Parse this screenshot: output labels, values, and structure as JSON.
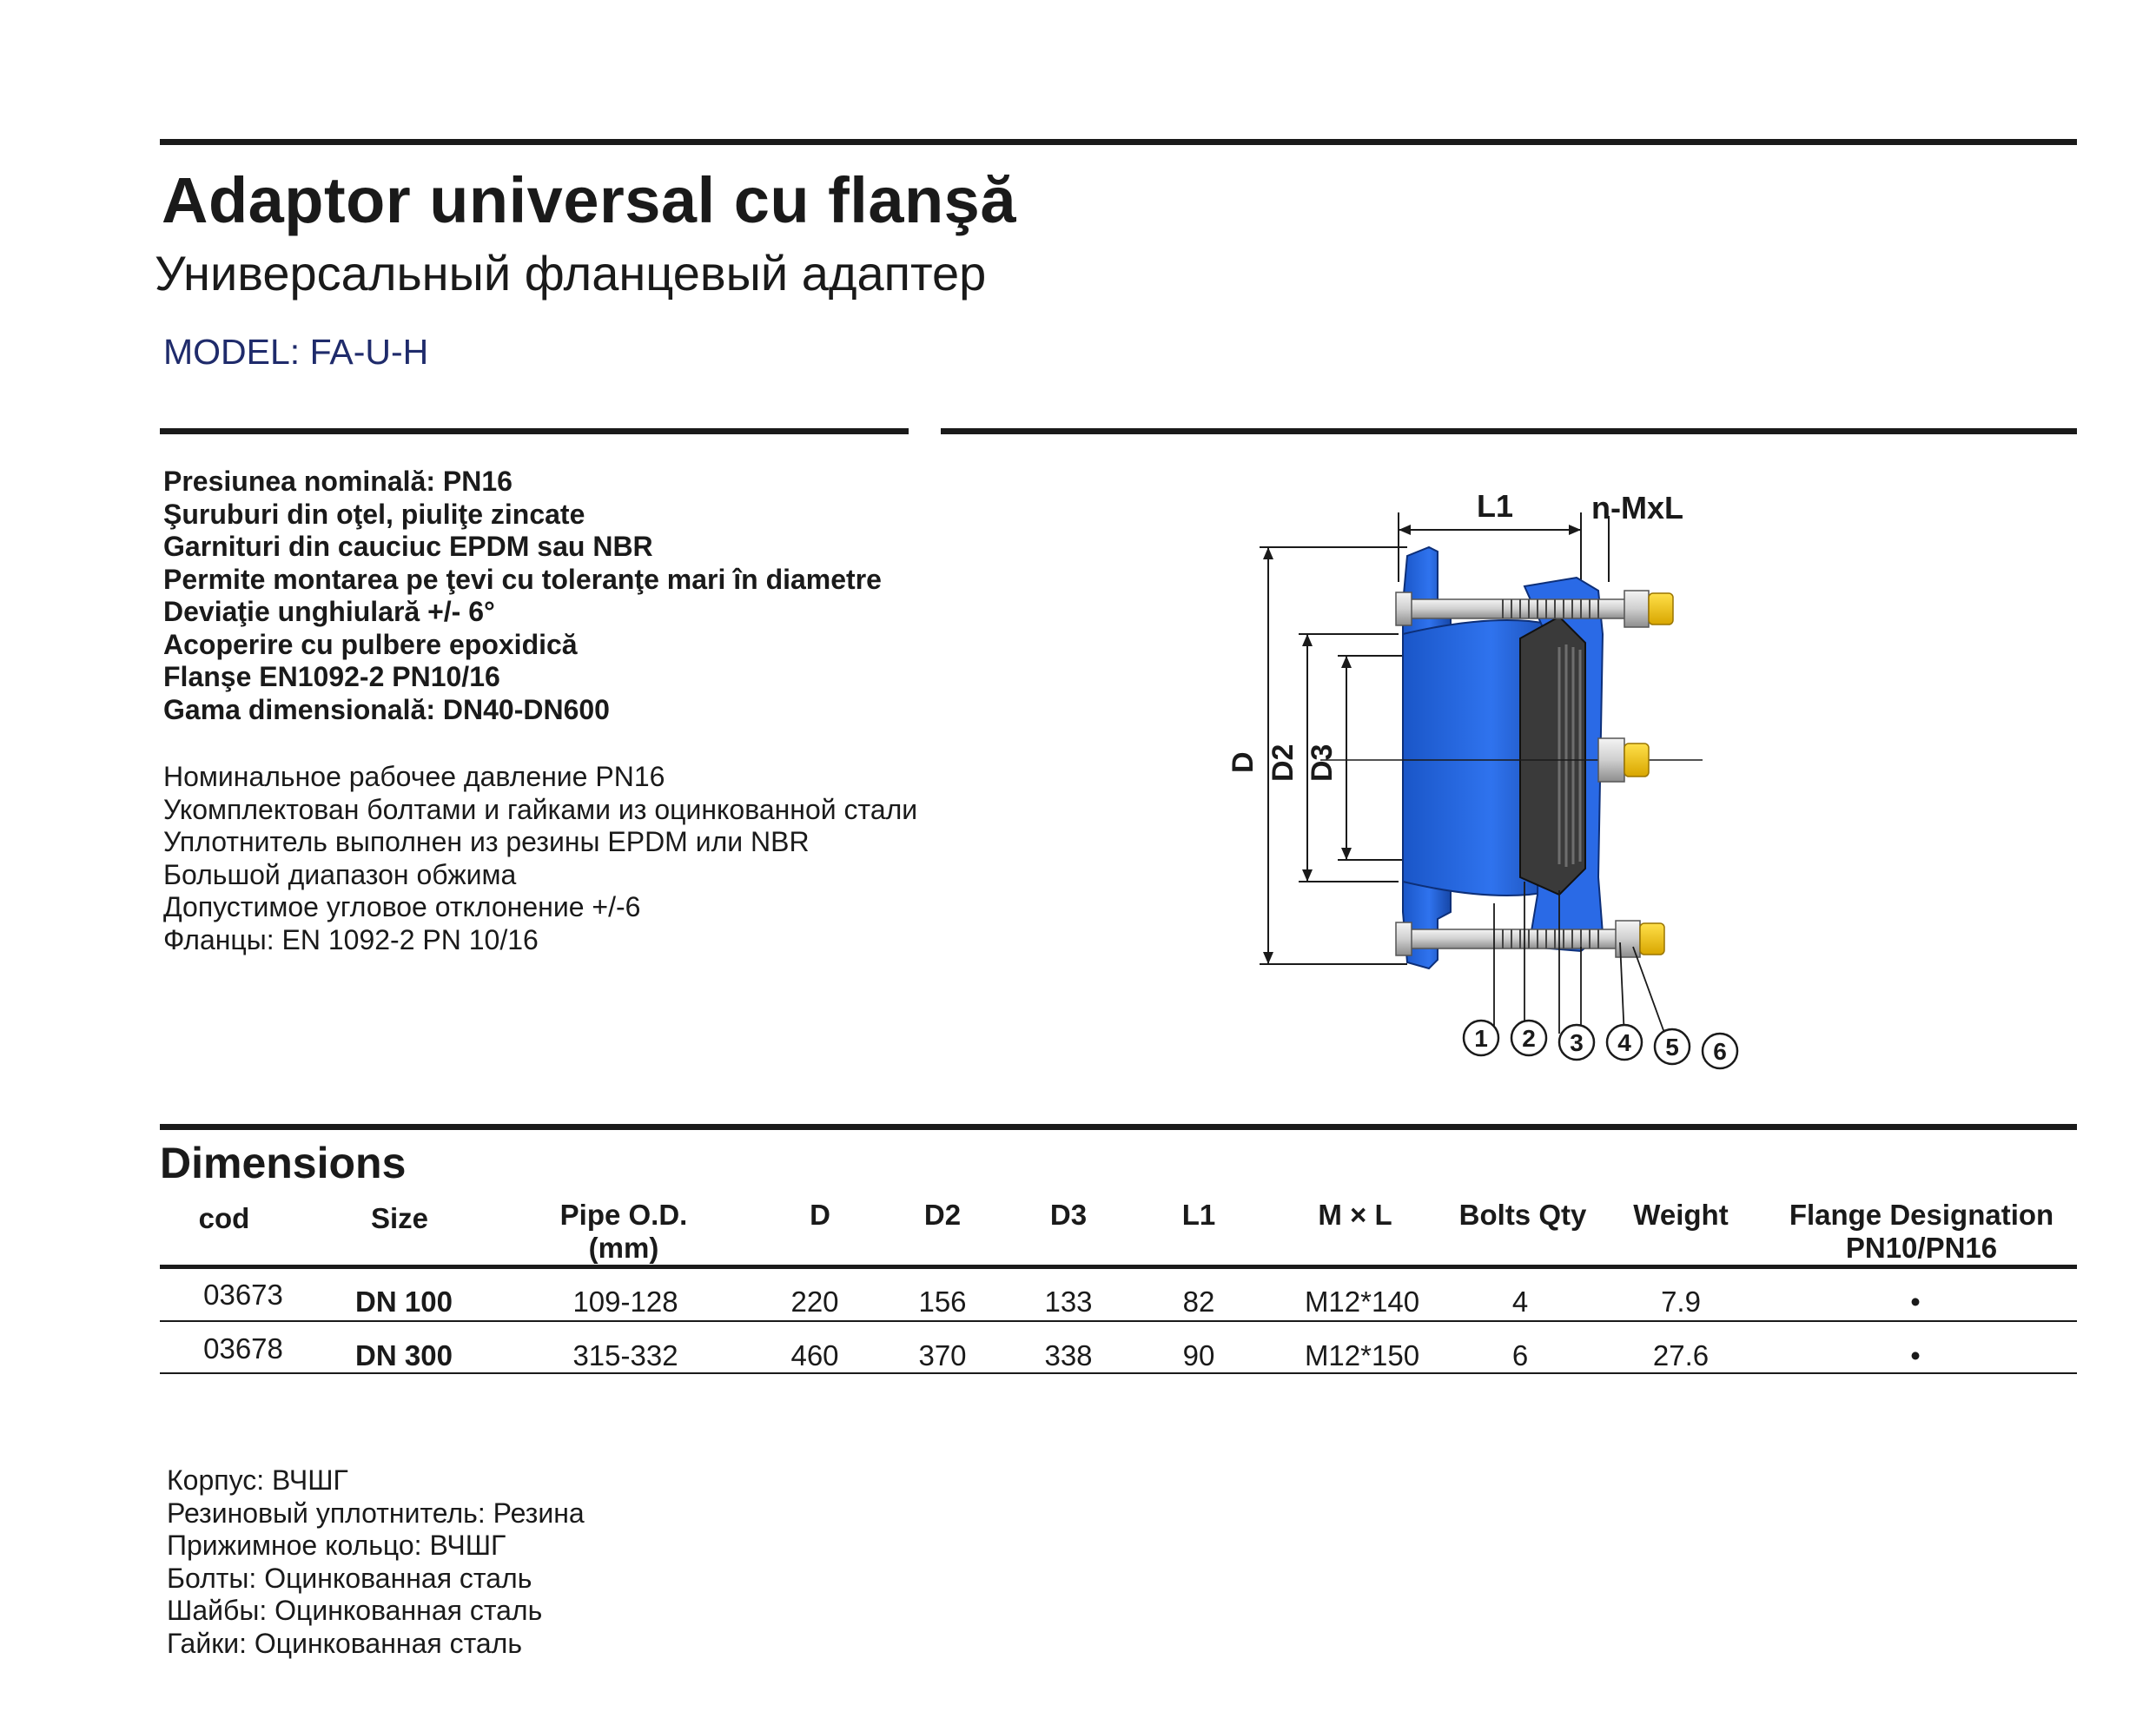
{
  "header": {
    "title": "Adaptor universal cu flanşă",
    "subtitle": "Универсальный фланцевый адаптер",
    "model": "MODEL: FA-U-H"
  },
  "features_ro": [
    "Presiunea nominală: PN16",
    "Şuruburi din oţel, piuliţe zincate",
    "Garnituri din cauciuc EPDM sau NBR",
    "Permite montarea pe ţevi cu toleranţe mari în diametre",
    "Deviaţie unghiulară +/- 6°",
    "Acoperire cu pulbere epoxidică",
    "Flanşe EN1092-2 PN10/16",
    "Gama dimensională: DN40-DN600"
  ],
  "features_ru": [
    "Номинальное рабочее давление PN16",
    "Укомплектован болтами и гайками из оцинкованной стали",
    "Уплотнитель выполнен из резины EPDM или NBR",
    "Большой диапазон обжима",
    "Допустимое угловое отклонение +/-6",
    "Фланцы: EN 1092-2 PN 10/16"
  ],
  "diagram": {
    "label_l1": "L1",
    "label_nmxl": "n-MxL",
    "label_d": "D",
    "label_d2": "D2",
    "label_d3": "D3",
    "callouts": [
      "1",
      "2",
      "3",
      "4",
      "5",
      "6"
    ]
  },
  "dimensions": {
    "title": "Dimensions",
    "headers": {
      "cod": "cod",
      "size": "Size",
      "pipe_od_1": "Pipe O.D.",
      "pipe_od_2": "(mm)",
      "d": "D",
      "d2": "D2",
      "d3": "D3",
      "l1": "L1",
      "mxl": "M × L",
      "bolts": "Bolts Qty",
      "weight": "Weight",
      "flange_1": "Flange Designation",
      "flange_2": "PN10/PN16"
    },
    "rows": [
      {
        "cod": "03673",
        "size": "DN 100",
        "pipe_od": "109-128",
        "d": "220",
        "d2": "156",
        "d3": "133",
        "l1": "82",
        "mxl": "M12*140",
        "bolts": "4",
        "weight": "7.9",
        "flange": "•"
      },
      {
        "cod": "03678",
        "size": "DN 300",
        "pipe_od": "315-332",
        "d": "460",
        "d2": "370",
        "d3": "338",
        "l1": "90",
        "mxl": "M12*150",
        "bolts": "6",
        "weight": "27.6",
        "flange": "•"
      }
    ]
  },
  "materials_ru": [
    "Корпус: ВЧШГ",
    "Резиновый уплотнитель: Резина",
    "Прижимное кольцо: ВЧШГ",
    "Болты: Оцинкованная сталь",
    "Шайбы: Оцинкованная сталь",
    "Гайки: Оцинкованная сталь"
  ],
  "colors": {
    "text": "#1a1a1a",
    "model_blue": "#1f2b6b",
    "body_blue": "#1f5fd6",
    "bolt_yellow": "#f2c200"
  }
}
